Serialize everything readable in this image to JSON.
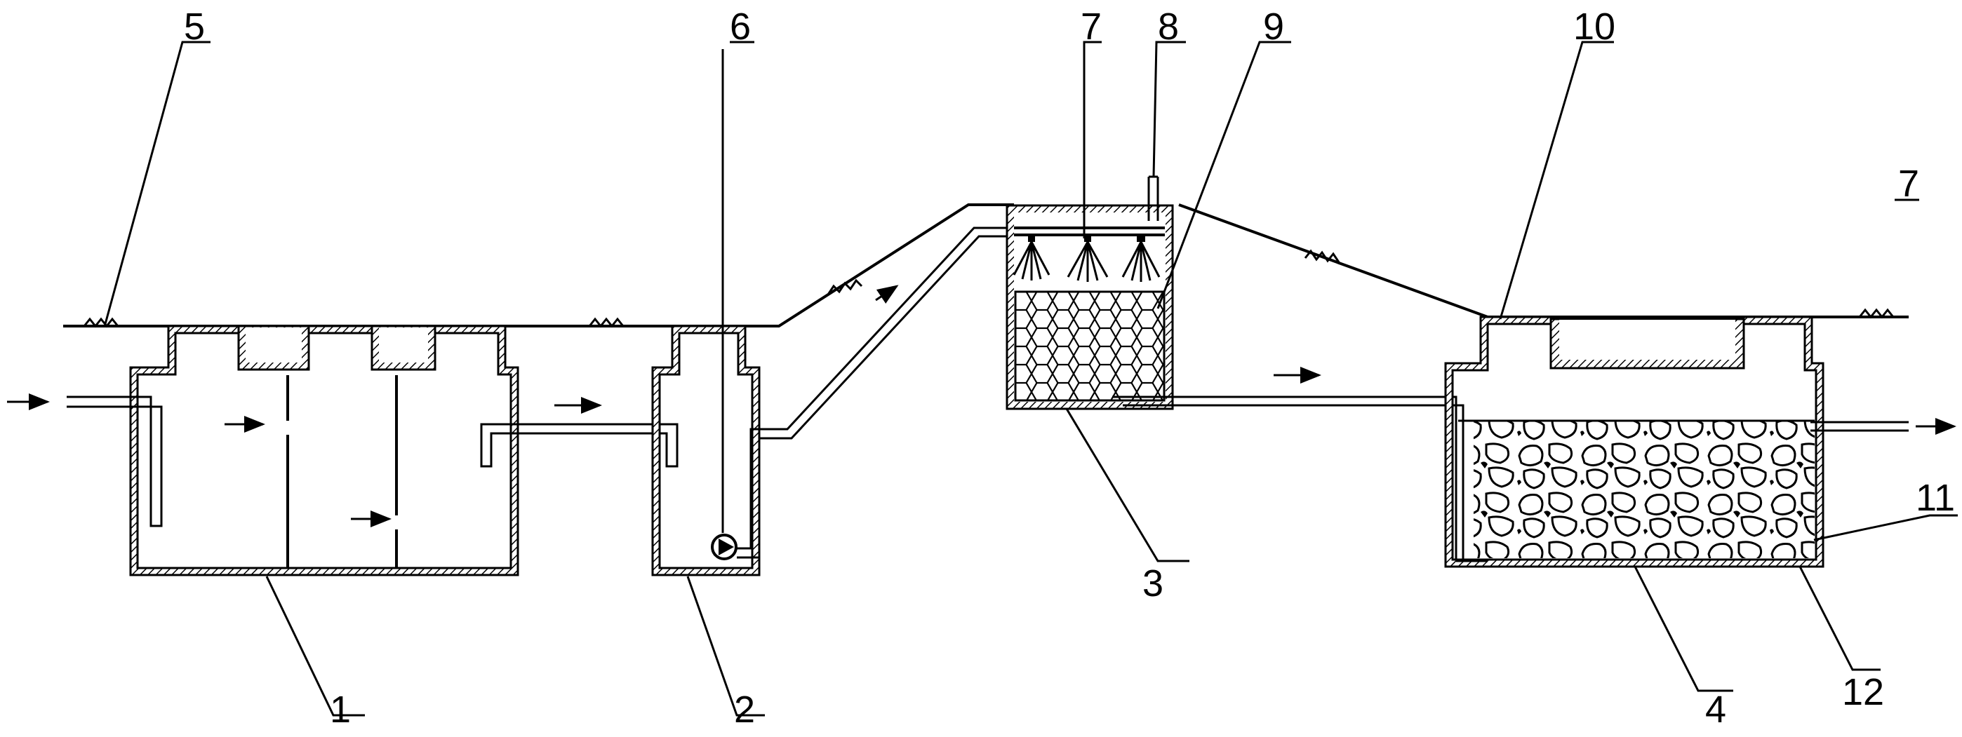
{
  "figure": {
    "labels": {
      "l1": "1",
      "l2": "2",
      "l3": "3",
      "l4": "4",
      "l5": "5",
      "l6": "6",
      "l7a": "7",
      "l7b": "7",
      "l8": "8",
      "l9": "9",
      "l10": "10",
      "l11": "11",
      "l12": "12"
    }
  }
}
